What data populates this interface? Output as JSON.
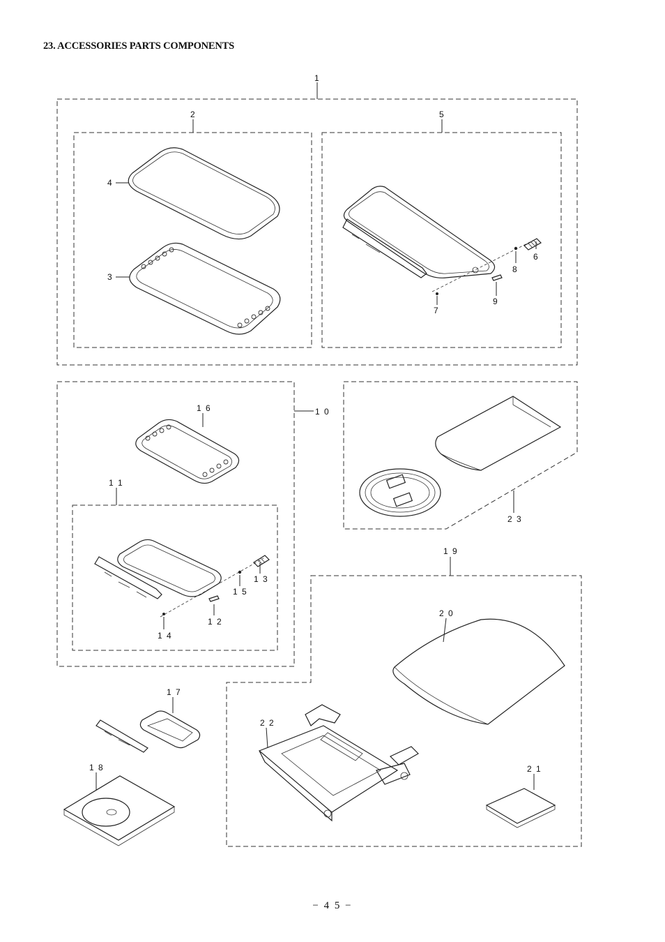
{
  "header": {
    "title": "23. ACCESSORIES PARTS COMPONENTS"
  },
  "footer": {
    "page_number": "− 4 5 −"
  },
  "callouts": {
    "c1": "1",
    "c2": "2",
    "c3": "3",
    "c4": "4",
    "c5": "5",
    "c6": "6",
    "c7": "7",
    "c8": "8",
    "c9": "9",
    "c10": "1 0",
    "c11": "1 1",
    "c12": "1 2",
    "c13": "1 3",
    "c14": "1 4",
    "c15": "1 5",
    "c16": "1 6",
    "c17": "1 7",
    "c18": "1 8",
    "c19": "1 9",
    "c20": "2 0",
    "c21": "2 1",
    "c22": "2 2",
    "c23": "2 3"
  }
}
